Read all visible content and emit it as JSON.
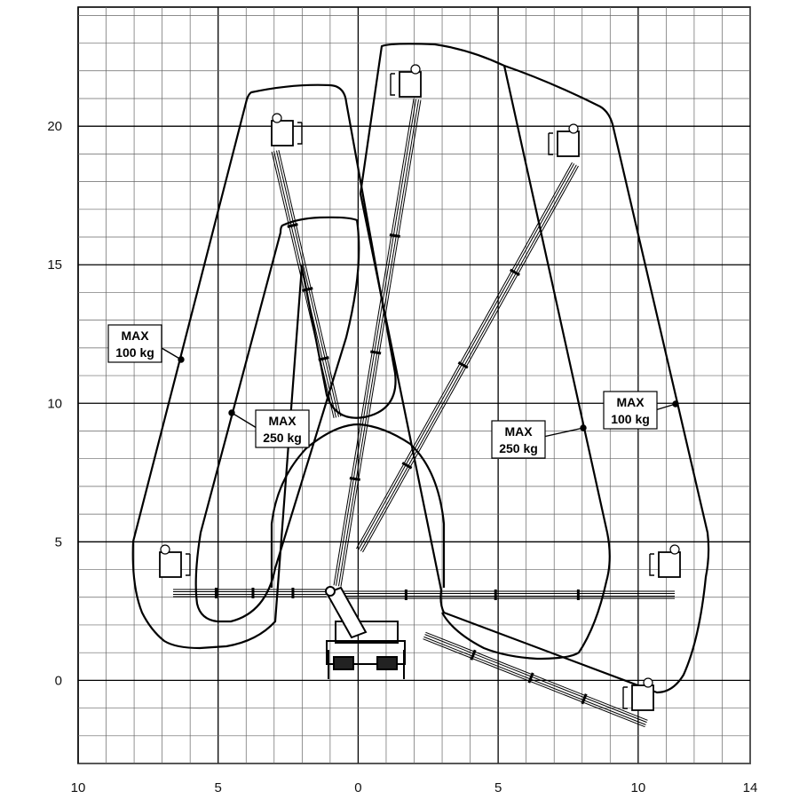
{
  "colors": {
    "ink": "#000000",
    "grid_minor": "#666666",
    "background": "#ffffff"
  },
  "axes": {
    "x_ticks": [
      {
        "value": -10,
        "label": "10"
      },
      {
        "value": -5,
        "label": "5"
      },
      {
        "value": 0,
        "label": "0"
      },
      {
        "value": 5,
        "label": "5"
      },
      {
        "value": 10,
        "label": "10"
      },
      {
        "value": 14,
        "label": "14"
      }
    ],
    "y_ticks": [
      {
        "value": 0,
        "label": "0"
      },
      {
        "value": 5,
        "label": "5"
      },
      {
        "value": 10,
        "label": "10"
      },
      {
        "value": 15,
        "label": "15"
      },
      {
        "value": 20,
        "label": "20"
      }
    ],
    "x_range": [
      -10,
      14
    ],
    "y_range": [
      -3,
      24.3
    ],
    "minor_step": 1,
    "major_step": 5
  },
  "zone_labels": [
    {
      "id": "left-outer",
      "line1": "MAX",
      "line2": "100 kg"
    },
    {
      "id": "left-inner",
      "line1": "MAX",
      "line2": "250 kg"
    },
    {
      "id": "right-inner",
      "line1": "MAX",
      "line2": "250 kg"
    },
    {
      "id": "right-outer",
      "line1": "MAX",
      "line2": "100 kg"
    }
  ]
}
